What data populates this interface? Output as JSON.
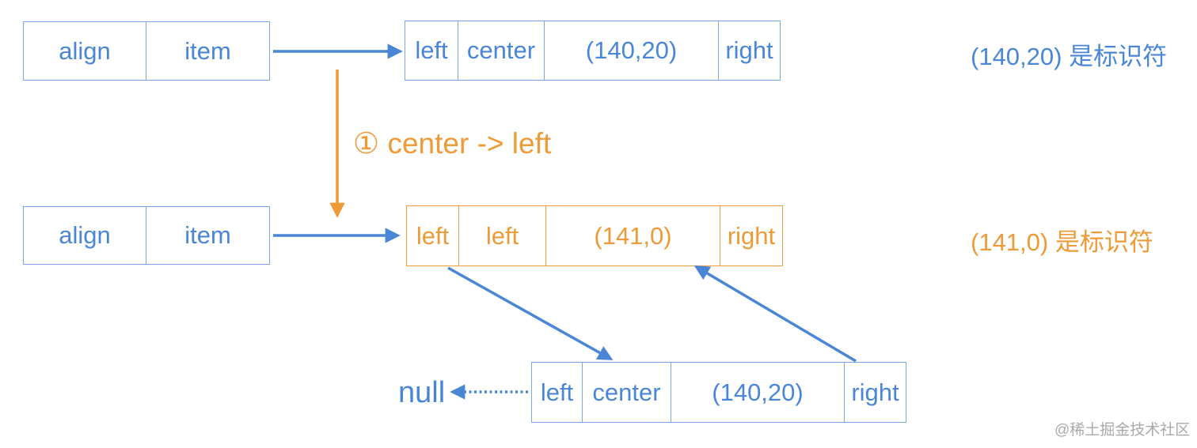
{
  "row1": {
    "key": [
      "align",
      "item"
    ],
    "node": [
      "left",
      "center",
      "(140,20)",
      "right"
    ],
    "note": "(140,20) 是标识符"
  },
  "step": "① center -> left",
  "row2": {
    "key": [
      "align",
      "item"
    ],
    "node": [
      "left",
      "left",
      "(141,0)",
      "right"
    ],
    "note": "(141,0) 是标识符"
  },
  "row3": {
    "node": [
      "left",
      "center",
      "(140,20)",
      "right"
    ],
    "null_label": "null"
  },
  "watermark": "@稀土掘金技术社区",
  "colors": {
    "blue": "#4a86d6",
    "orange": "#ee9a36"
  }
}
